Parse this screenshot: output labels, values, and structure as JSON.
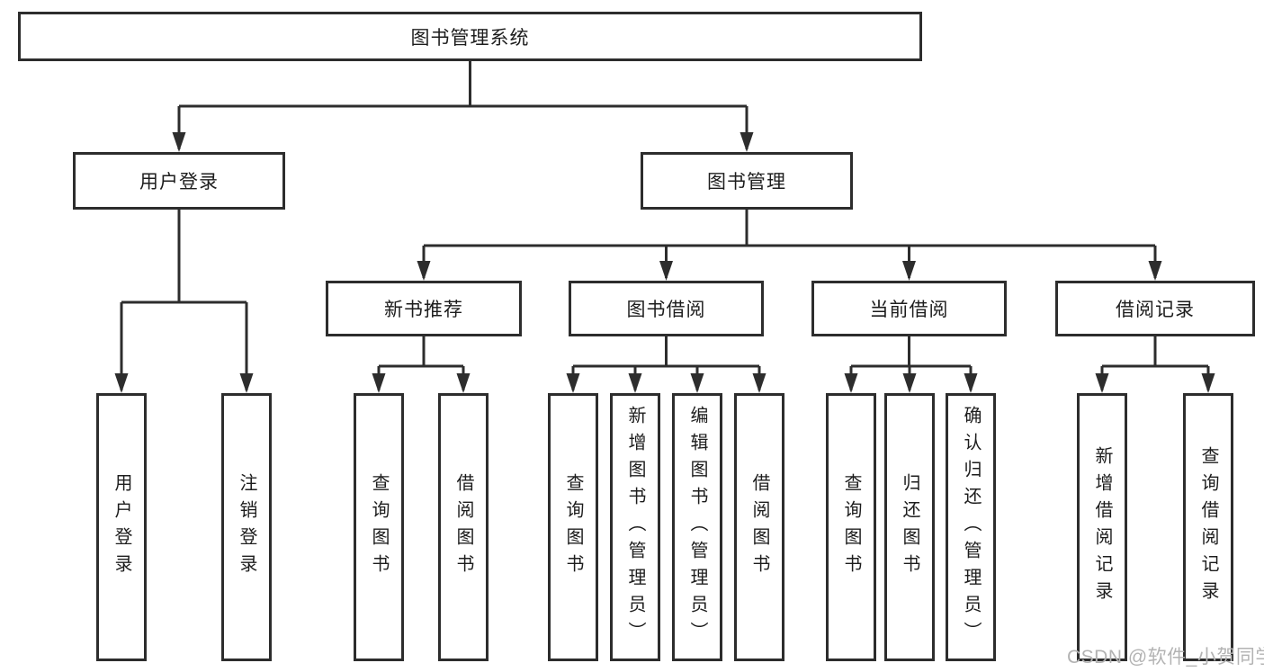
{
  "colors": {
    "line": "#2d2d2d",
    "text": "#1d1d1d",
    "watermark": "#b3b3b3",
    "background": "#ffffff"
  },
  "watermark": {
    "text": "CSDN @软件_小贺同学"
  },
  "tree": {
    "label": "图书管理系统",
    "children": [
      {
        "label": "用户登录",
        "children": [
          {
            "label": "用户登录"
          },
          {
            "label": "注销登录"
          }
        ]
      },
      {
        "label": "图书管理",
        "children": [
          {
            "label": "新书推荐",
            "children": [
              {
                "label": "查询图书"
              },
              {
                "label": "借阅图书"
              }
            ]
          },
          {
            "label": "图书借阅",
            "children": [
              {
                "label": "查询图书"
              },
              {
                "label": "新增图书（管理员）"
              },
              {
                "label": "编辑图书（管理员）"
              },
              {
                "label": "借阅图书"
              }
            ]
          },
          {
            "label": "当前借阅",
            "children": [
              {
                "label": "查询图书"
              },
              {
                "label": "归还图书"
              },
              {
                "label": "确认归还（管理员）"
              }
            ]
          },
          {
            "label": "借阅记录",
            "children": [
              {
                "label": "新增借阅记录"
              },
              {
                "label": "查询借阅记录"
              }
            ]
          }
        ]
      }
    ]
  }
}
